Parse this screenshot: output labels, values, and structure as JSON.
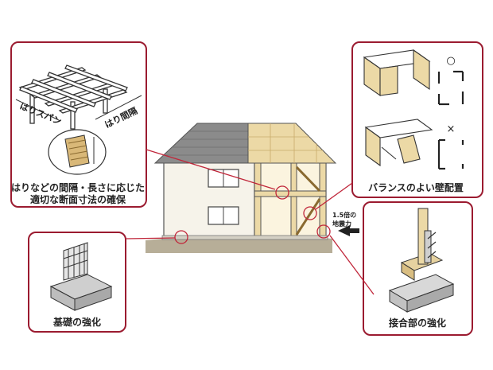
{
  "colors": {
    "frame": "#9b1b30",
    "callout": "#c0263a",
    "wall": "#f6f3ea",
    "timber": "#ecd9a6",
    "roof": "#8b8b8b",
    "ground": "#b7ae98",
    "ink": "#222222"
  },
  "panels": {
    "beam": {
      "caption_line1": "はりなどの間隔・長さに応じた",
      "caption_line2": "適切な断面寸法の確保",
      "label_span": "はりスパン",
      "label_spacing": "はり間隔"
    },
    "wall": {
      "caption": "バランスのよい壁配置",
      "mark_good": "○",
      "mark_bad": "×"
    },
    "foundation": {
      "caption": "基礎の強化"
    },
    "joint": {
      "caption": "接合部の強化"
    }
  },
  "house": {
    "force_line1": "1.5倍の",
    "force_line2": "地震力"
  }
}
